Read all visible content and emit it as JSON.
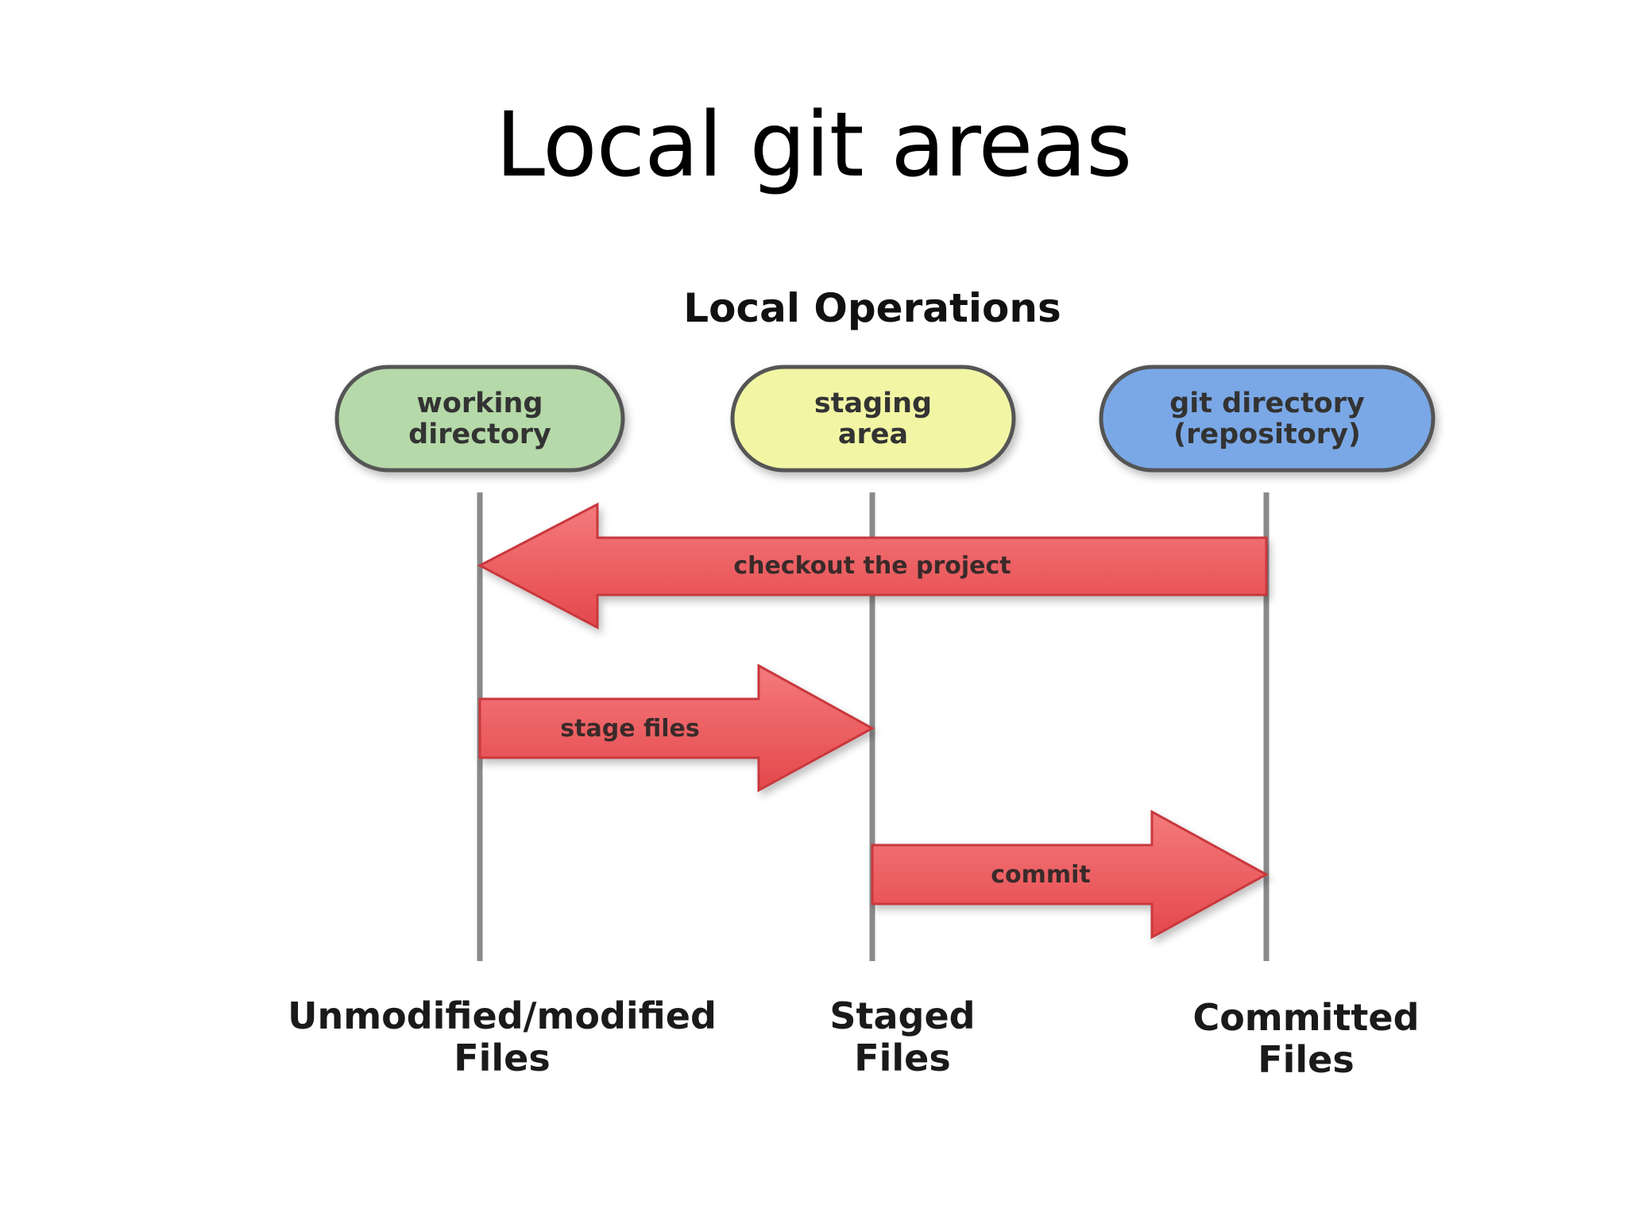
{
  "slide": {
    "title": "Local git areas"
  },
  "diagram": {
    "heading": "Local Operations",
    "areas": [
      {
        "line1": "working",
        "line2": "directory",
        "color": "#b5d9a8"
      },
      {
        "line1": "staging",
        "line2": "area",
        "color": "#f2f6a4"
      },
      {
        "line1": "git directory",
        "line2": "(repository)",
        "color": "#7aa8e6"
      }
    ],
    "operations": [
      {
        "label": "checkout the project",
        "from": "git directory (repository)",
        "to": "working directory"
      },
      {
        "label": "stage files",
        "from": "working directory",
        "to": "staging area"
      },
      {
        "label": "commit",
        "from": "staging area",
        "to": "git directory (repository)"
      }
    ],
    "file_states": [
      {
        "line1": "Unmodified/modified",
        "line2": "Files"
      },
      {
        "line1": "Staged",
        "line2": "Files"
      },
      {
        "line1": "Committed",
        "line2": "Files"
      }
    ],
    "colors": {
      "arrow_fill": "#ef5b5e",
      "arrow_stroke": "#c9393d",
      "lifeline": "#8a8a8a",
      "pill_stroke": "#555555"
    }
  }
}
